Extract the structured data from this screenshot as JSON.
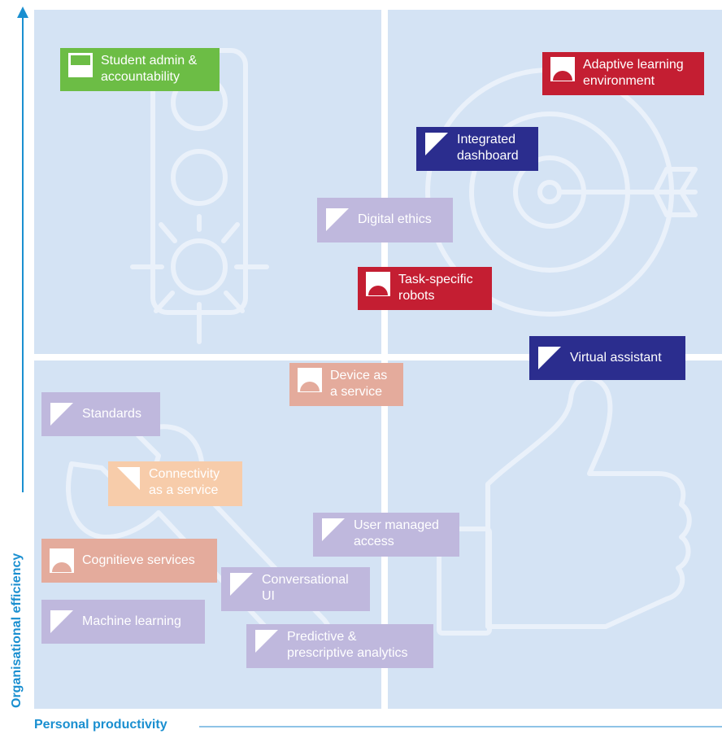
{
  "axes": {
    "y_label": "Organisational efficiency",
    "x_label": "Personal productivity",
    "color": "#1a8fd0"
  },
  "colors": {
    "background": "#d4e3f4",
    "grid_line": "#ffffff",
    "line_art": "#eaf1fa",
    "red": "#c41e32",
    "navy": "#2b2d8e",
    "lavender": "#bfb8dd",
    "green": "#6cbd45",
    "salmon": "#e4ab9c",
    "peach": "#f7ccaa"
  },
  "items": [
    {
      "id": "student-admin",
      "label": "Student admin &\naccountability",
      "color": "green",
      "icon": "half-fill-icon"
    },
    {
      "id": "adaptive-learning",
      "label": "Adaptive learning\nenvironment",
      "color": "red",
      "icon": "dome-icon"
    },
    {
      "id": "integrated-dashboard",
      "label": "Integrated\ndashboard",
      "color": "navy",
      "icon": "diagonal-icon"
    },
    {
      "id": "digital-ethics",
      "label": "Digital ethics",
      "color": "lavender",
      "icon": "diagonal-icon"
    },
    {
      "id": "task-specific-robots",
      "label": "Task-specific\nrobots",
      "color": "red",
      "icon": "dome-icon"
    },
    {
      "id": "virtual-assistant",
      "label": "Virtual assistant",
      "color": "navy",
      "icon": "diagonal-icon"
    },
    {
      "id": "device-as-a-service",
      "label": "Device as\na service",
      "color": "salmon",
      "icon": "dome-icon"
    },
    {
      "id": "standards",
      "label": "Standards",
      "color": "lavender",
      "icon": "diagonal-icon"
    },
    {
      "id": "connectivity-as-a-service",
      "label": "Connectivity\nas a service",
      "color": "peach",
      "icon": "diagonal-reverse-icon"
    },
    {
      "id": "user-managed-access",
      "label": "User managed\naccess",
      "color": "lavender",
      "icon": "diagonal-icon"
    },
    {
      "id": "cognitive-services",
      "label": "Cognitieve services",
      "color": "salmon",
      "icon": "dome-icon"
    },
    {
      "id": "conversational-ui",
      "label": "Conversational\nUI",
      "color": "lavender",
      "icon": "diagonal-icon"
    },
    {
      "id": "machine-learning",
      "label": "Machine learning",
      "color": "lavender",
      "icon": "diagonal-icon"
    },
    {
      "id": "predictive-analytics",
      "label": "Predictive &\nprescriptive analytics",
      "color": "lavender",
      "icon": "diagonal-icon"
    }
  ]
}
